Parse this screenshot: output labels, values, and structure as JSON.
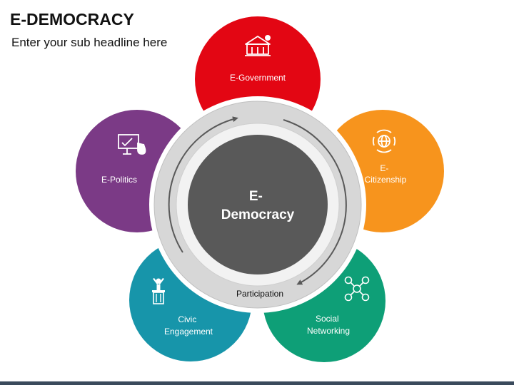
{
  "header": {
    "title": "E-DEMOCRACY",
    "subtitle": "Enter your sub headline here"
  },
  "diagram": {
    "center": {
      "line1": "E-",
      "line2": "Democracy",
      "color": "#595959"
    },
    "ring_label": "Participation",
    "petals": [
      {
        "id": "e-government",
        "lines": [
          "E-Government"
        ],
        "color": "#e30613",
        "icon": "government-building-icon"
      },
      {
        "id": "e-citizenship",
        "lines": [
          "E-",
          "Citizenship"
        ],
        "color": "#f7941d",
        "icon": "globe-cycle-icon"
      },
      {
        "id": "social-networking",
        "lines": [
          "Social",
          "Networking"
        ],
        "color": "#0e9f77",
        "icon": "network-people-icon"
      },
      {
        "id": "civic-engagement",
        "lines": [
          "Civic",
          "Engagement"
        ],
        "color": "#1795aa",
        "icon": "podium-speaker-icon"
      },
      {
        "id": "e-politics",
        "lines": [
          "E-Politics"
        ],
        "color": "#7b3a86",
        "icon": "presentation-board-icon"
      }
    ]
  },
  "footer": {
    "bar_color": "#3a4a5c"
  }
}
